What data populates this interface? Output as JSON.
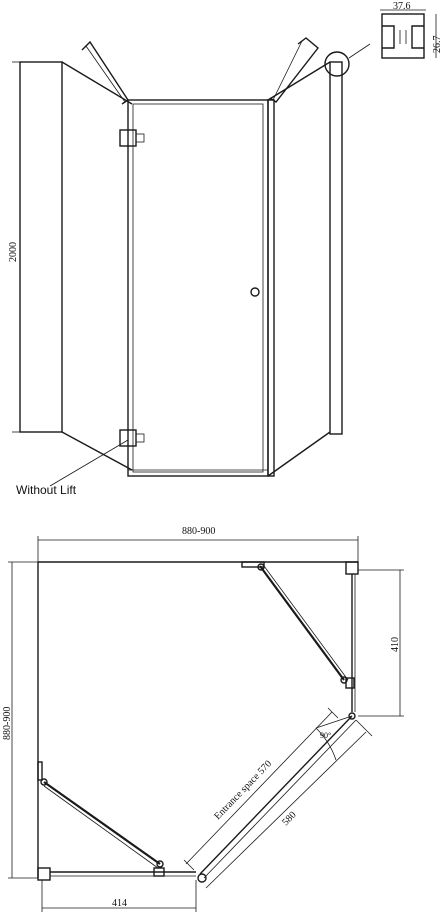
{
  "elevation": {
    "height_label": "2000",
    "note": "Without Lift",
    "profile_width": "37.6",
    "profile_depth": "26.7"
  },
  "plan": {
    "overall_width": "880-900",
    "overall_depth": "880-900",
    "side_panel_right": "410",
    "side_panel_bottom": "414",
    "entrance_space": "Entrance space 570",
    "door_width": "580",
    "angle": "90°"
  }
}
